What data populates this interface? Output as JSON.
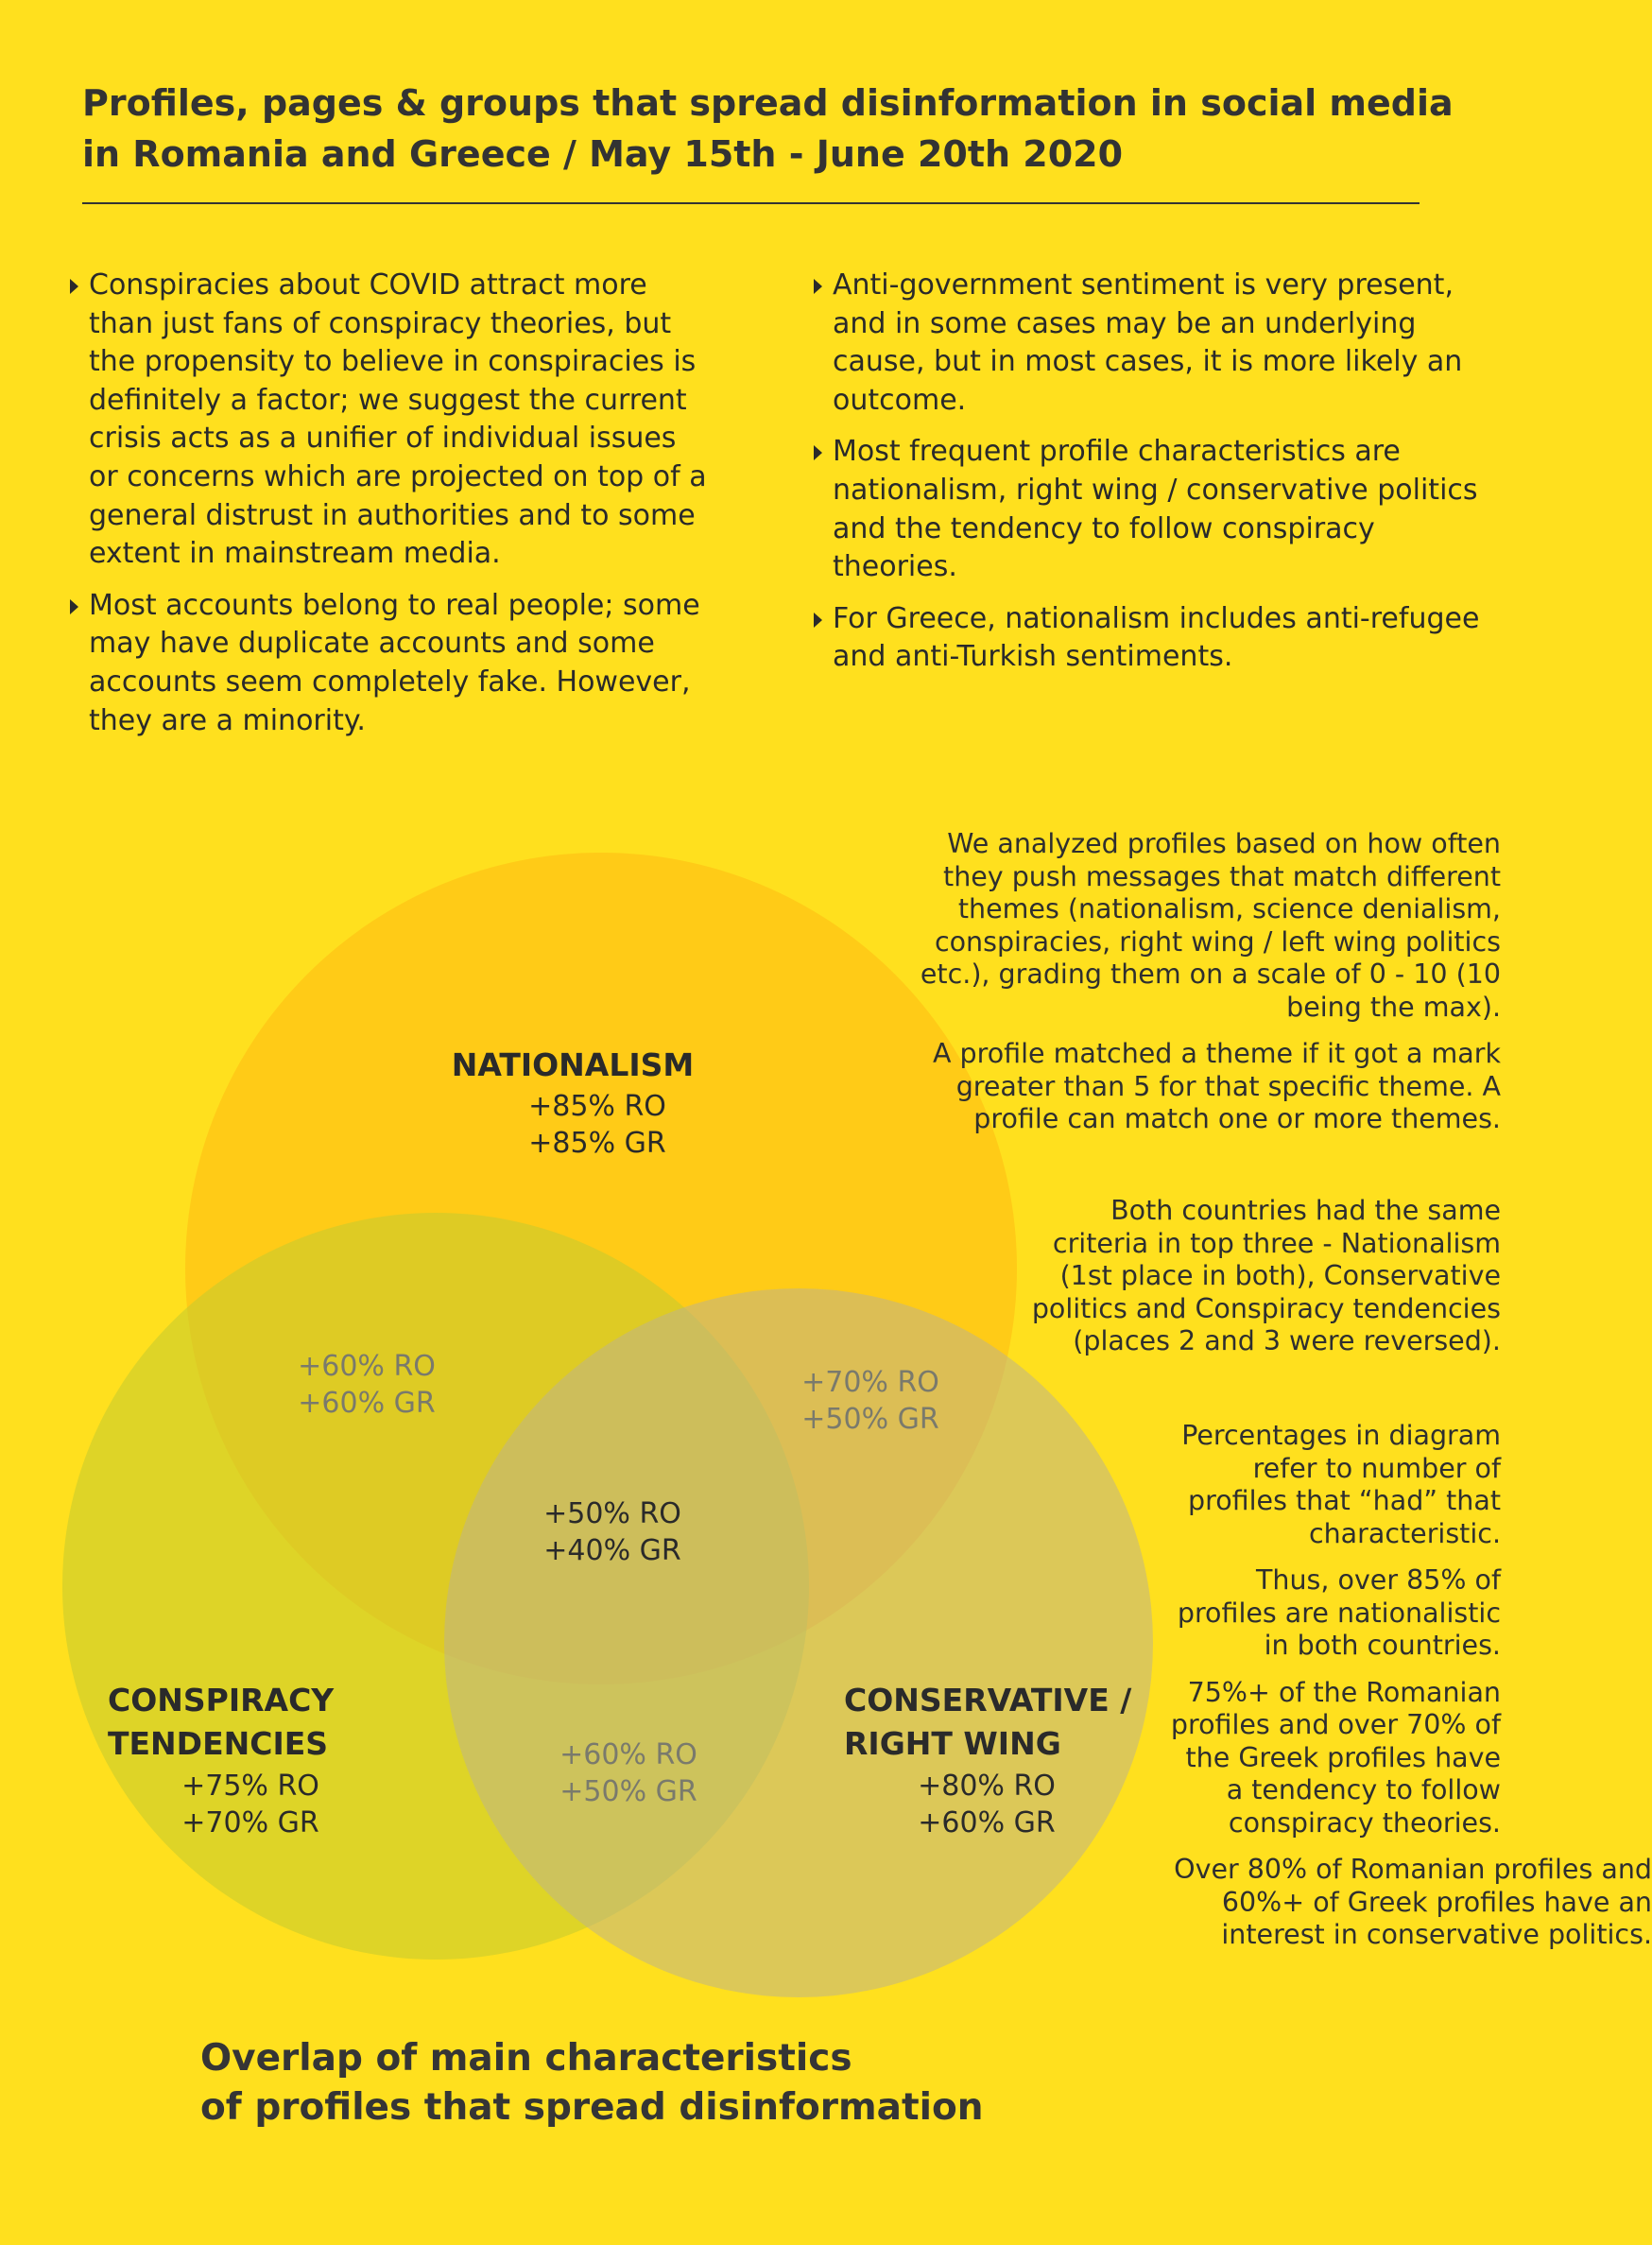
{
  "title": {
    "line1": "Profiles, pages & groups that spread disinformation in social media",
    "line2": "in Romania and Greece / May 15th - June 20th 2020"
  },
  "bullets_left": [
    "Conspiracies about COVID attract more than just fans of conspiracy theories, but the propensity to believe in conspiracies is definitely a factor; we suggest the current crisis acts as a unifier of individual issues or concerns which are projected on top of a general distrust in authorities and to some extent in mainstream media.",
    "Most accounts belong to real people; some may have duplicate accounts and some accounts seem completely fake. However, they are a minority."
  ],
  "bullets_right": [
    "Anti-government sentiment is very present, and in some cases may be an underlying cause, but in most cases, it is more likely an outcome.",
    "Most frequent profile characteristics are nationalism, right wing / conservative politics and the tendency to follow conspiracy theories.",
    "For Greece, nationalism includes anti-refugee and anti-Turkish sentiments."
  ],
  "notes": {
    "method": "We analyzed profiles based on how often they push messages that match different themes (nationalism, science denialism, conspiracies, right wing / left wing politics etc.), grading them on a scale of 0 - 10 (10 being the max).",
    "match": "A profile matched a theme if it got a mark greater than 5 for that specific theme. A profile can match one or more themes.",
    "ranking": "Both countries had the same criteria in top three - Nationalism (1st place in both), Conservative politics and Conspiracy tendencies (places 2 and 3 were reversed).",
    "percent_meaning": "Percentages in diagram refer to number of profiles that “had” that characteristic.",
    "nationalism_note": "Thus, over 85% of profiles are nationalistic in both countries.",
    "conspiracy_note": "75%+ of the Romanian profiles and over 70% of the Greek profiles have a tendency to follow conspiracy theories.",
    "conservative_note": "Over 80% of Romanian profiles and 60%+ of Greek profiles have an interest in conservative politics."
  },
  "venn": {
    "colors": {
      "nationalism": "#ffbe14",
      "conspiracy": "#c8cc2d",
      "conservative": "#bfb488",
      "text_dark": "#2a2a2a",
      "text_muted": "#7a7a6c"
    },
    "sets": {
      "nationalism": {
        "name": "NATIONALISM",
        "ro": "+85% RO",
        "gr": "+85% GR"
      },
      "conspiracy": {
        "name_line1": "CONSPIRACY",
        "name_line2": "TENDENCIES",
        "ro": "+75% RO",
        "gr": "+70% GR"
      },
      "conservative": {
        "name_line1": "CONSERVATIVE /",
        "name_line2": "RIGHT WING",
        "ro": "+80% RO",
        "gr": "+60% GR"
      }
    },
    "overlaps": {
      "nationalism_conspiracy": {
        "ro": "+60% RO",
        "gr": "+60% GR"
      },
      "nationalism_conservative": {
        "ro": "+70% RO",
        "gr": "+50% GR"
      },
      "conspiracy_conservative": {
        "ro": "+60% RO",
        "gr": "+50% GR"
      },
      "all_three": {
        "ro": "+50% RO",
        "gr": "+40% GR"
      }
    }
  },
  "caption": {
    "line1": "Overlap of main characteristics",
    "line2": "of profiles that spread disinformation"
  }
}
